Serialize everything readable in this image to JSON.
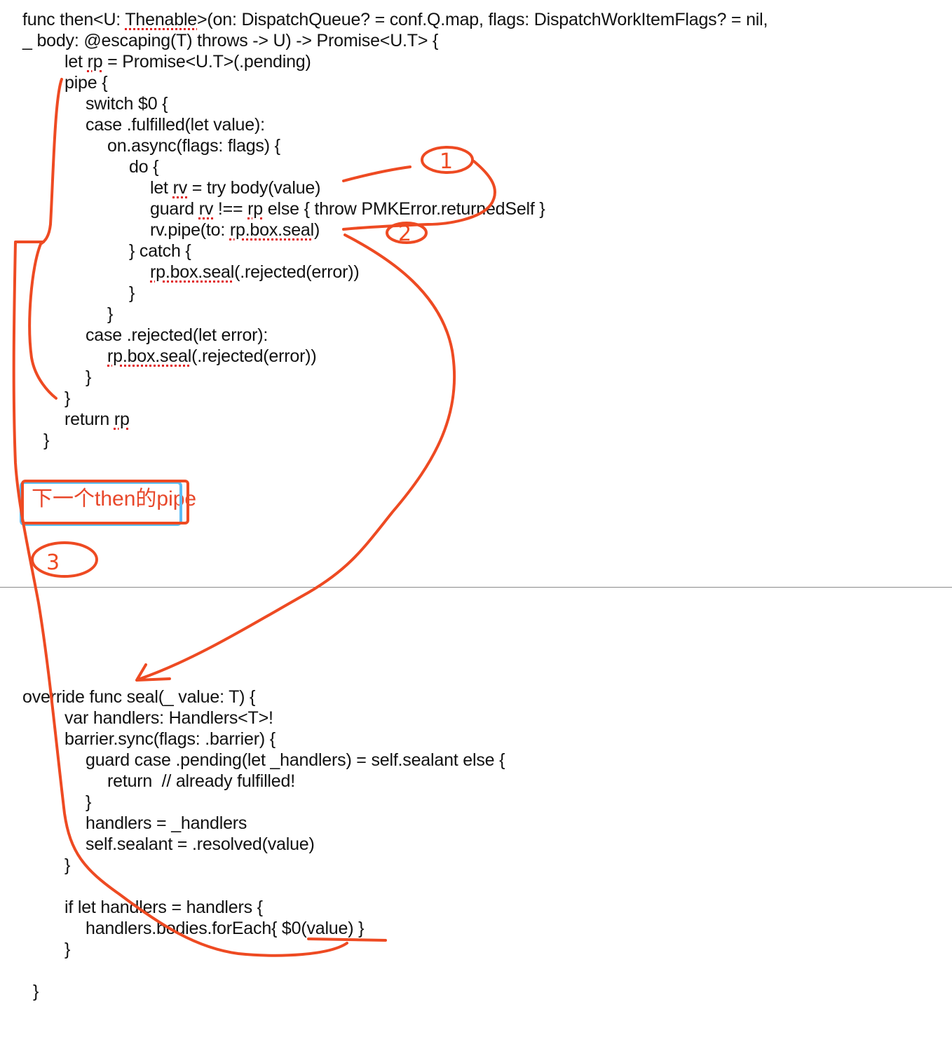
{
  "code_block_1": [
    [
      {
        "t": "func then<U: "
      },
      {
        "t": "Thenable",
        "err": true
      },
      {
        "t": ">(on: DispatchQueue? = conf.Q.map, flags: DispatchWorkItemFlags? = nil,"
      }
    ],
    [
      {
        "t": "_ body: @escaping(T) throws -> U) -> Promise<U.T> {"
      }
    ],
    [
      {
        "t": "let "
      },
      {
        "t": "rp",
        "err": true
      },
      {
        "t": " = Promise<U.T>(.pending)"
      }
    ],
    [
      {
        "t": "pipe {"
      }
    ],
    [
      {
        "t": "switch $0 {"
      }
    ],
    [
      {
        "t": "case .fulfilled(let value):"
      }
    ],
    [
      {
        "t": "on.async(flags: flags) {"
      }
    ],
    [
      {
        "t": "do {"
      }
    ],
    [
      {
        "t": "let "
      },
      {
        "t": "rv",
        "err": true
      },
      {
        "t": " = try body(value)"
      }
    ],
    [
      {
        "t": "guard "
      },
      {
        "t": "rv",
        "err": true
      },
      {
        "t": " !== "
      },
      {
        "t": "rp",
        "err": true
      },
      {
        "t": " else { throw PMKError.returnedSelf }"
      }
    ],
    [
      {
        "t": "rv.pipe(to: "
      },
      {
        "t": "rp.box.seal",
        "err": true
      },
      {
        "t": ")"
      }
    ],
    [
      {
        "t": "} catch {"
      }
    ],
    [
      {
        "t": "rp.box.seal",
        "err": true
      },
      {
        "t": "(.rejected(error))"
      }
    ],
    [
      {
        "t": "}"
      }
    ],
    [
      {
        "t": "}"
      }
    ],
    [
      {
        "t": "case .rejected(let error):"
      }
    ],
    [
      {
        "t": "rp.box.seal",
        "err": true
      },
      {
        "t": "(.rejected(error))"
      }
    ],
    [
      {
        "t": "}"
      }
    ],
    [
      {
        "t": "}"
      }
    ],
    [
      {
        "t": "return "
      },
      {
        "t": "rp",
        "err": true
      }
    ],
    [
      {
        "t": "}"
      }
    ]
  ],
  "code_block_2": [
    [
      {
        "t": "override func seal(_ value: T) {"
      }
    ],
    [
      {
        "t": "var handlers: Handlers<T>!"
      }
    ],
    [
      {
        "t": "barrier.sync(flags: .barrier) {"
      }
    ],
    [
      {
        "t": "guard case .pending(let _handlers) = self.sealant else {"
      }
    ],
    [
      {
        "t": "return  // already fulfilled!"
      }
    ],
    [
      {
        "t": "}"
      }
    ],
    [
      {
        "t": "handlers = _handlers"
      }
    ],
    [
      {
        "t": "self.sealant = .resolved(value)"
      }
    ],
    [
      {
        "t": "}"
      }
    ],
    [
      {
        "t": "if let handlers = handlers {"
      }
    ],
    [
      {
        "t": "handlers.bodies.forEach{ $0(value) }"
      }
    ],
    [
      {
        "t": "}"
      }
    ],
    [
      {
        "t": "}"
      }
    ]
  ],
  "annotations": {
    "note": "下一个then的pipe",
    "step_1": "1",
    "step_2": "2",
    "step_3": "3",
    "ink_color": "#ee4a22",
    "selection_color": "#5bbcf5"
  }
}
